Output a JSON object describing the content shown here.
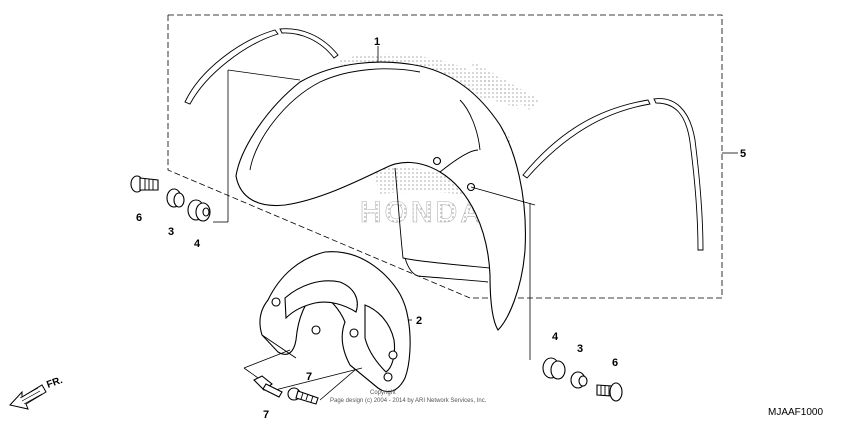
{
  "callouts": {
    "p1": "1",
    "p2": "2",
    "p3_left": "3",
    "p3_right": "3",
    "p4_left": "4",
    "p4_right": "4",
    "p5": "5",
    "p6_left": "6",
    "p6_right": "6",
    "p7_left": "7",
    "p7_right": "7"
  },
  "watermark": "HONDA",
  "copyright_line1": "Copyright",
  "copyright_line2": "Page design (c) 2004 - 2014 by ARI Network Services, Inc.",
  "direction_label": "FR.",
  "diagram_code": "MJAAF1000"
}
